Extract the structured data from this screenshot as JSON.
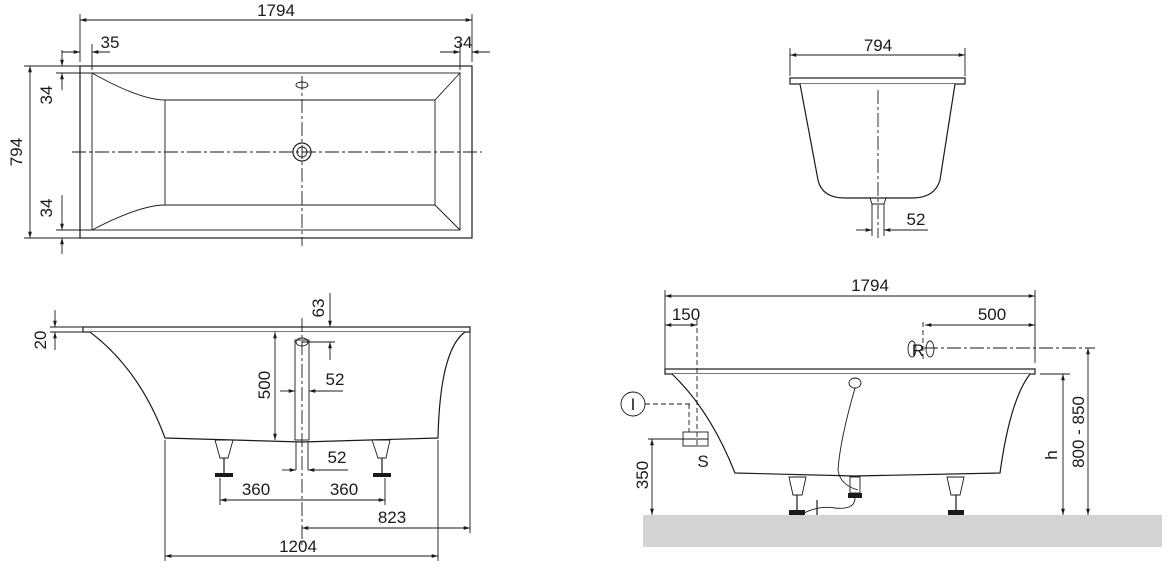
{
  "colors": {
    "line": "#1a1a1a",
    "floor": "#d3d3d5",
    "background": "#ffffff"
  },
  "top_view": {
    "length": "1794",
    "width": "794",
    "rim_left": "35",
    "rim_right": "34",
    "rim_top": "34",
    "rim_bottom": "34"
  },
  "side_view": {
    "rim_thickness": "20",
    "overflow_offset": "63",
    "depth": "500",
    "overflow_diameter": "52",
    "drain_diameter": "52",
    "foot_left": "360",
    "foot_right": "360",
    "drain_to_end": "823",
    "bottom_length": "1204"
  },
  "end_view": {
    "width": "794",
    "drain_diameter": "52"
  },
  "installation_view": {
    "length": "1794",
    "waste_offset": "150",
    "tap_offset": "500",
    "tap_label": "R",
    "inlet_label": "I",
    "siphon_label": "S",
    "siphon_height": "350",
    "height_label": "h",
    "tap_height": "800 - 850"
  }
}
